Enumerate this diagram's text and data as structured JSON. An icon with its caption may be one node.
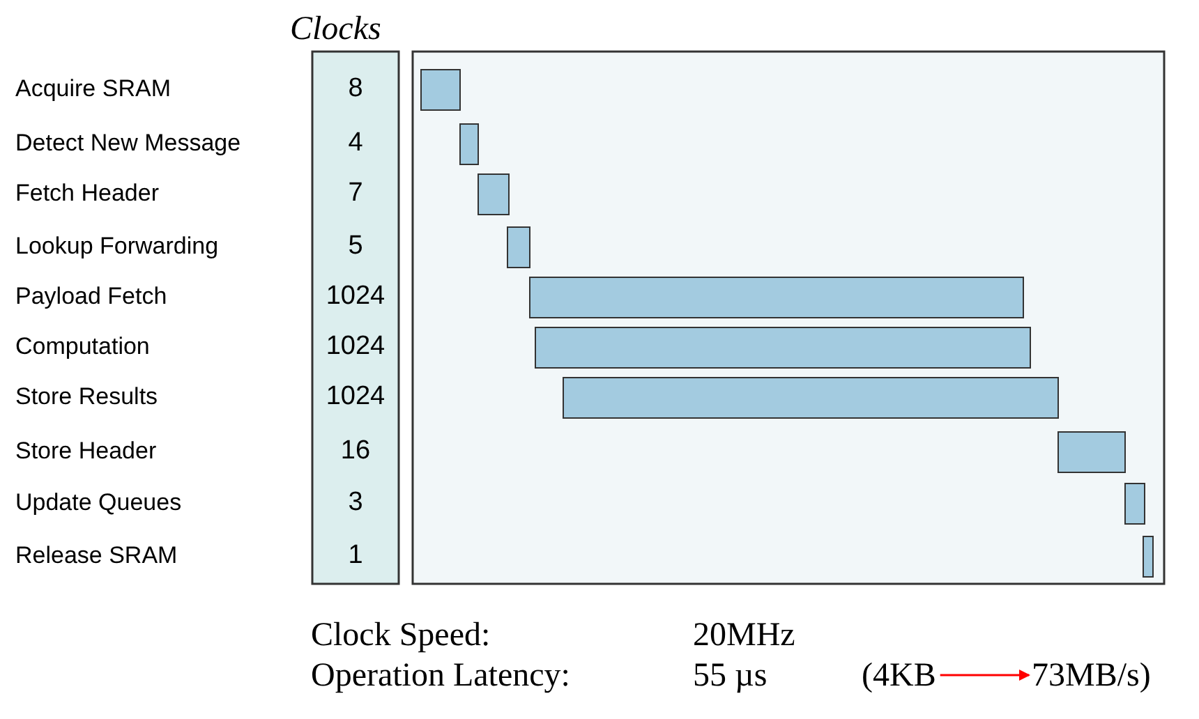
{
  "diagram": {
    "nodes": [
      {
        "text": [
          "(4KB"
        ]
      },
      {
        "text": [
          "73MB/s)"
        ]
      }
    ],
    "edges": [
      {
        "from": 0,
        "to": 1,
        "arrow": "to",
        "color": "#ff0000"
      }
    ],
    "labels": [
      "Clocks",
      "Acquire SRAM",
      "8",
      "Detect New Message",
      "4",
      "Fetch Header",
      "7",
      "Lookup Forwarding",
      "5",
      "Payload Fetch",
      "1024",
      "Computation",
      "1024",
      "Store Results",
      "1024",
      "Store Header",
      "16",
      "Update Queues",
      "3",
      "Release SRAM",
      "1",
      "Clock Speed:",
      "20MHz",
      "Operation Latency:",
      "55 µs"
    ]
  }
}
